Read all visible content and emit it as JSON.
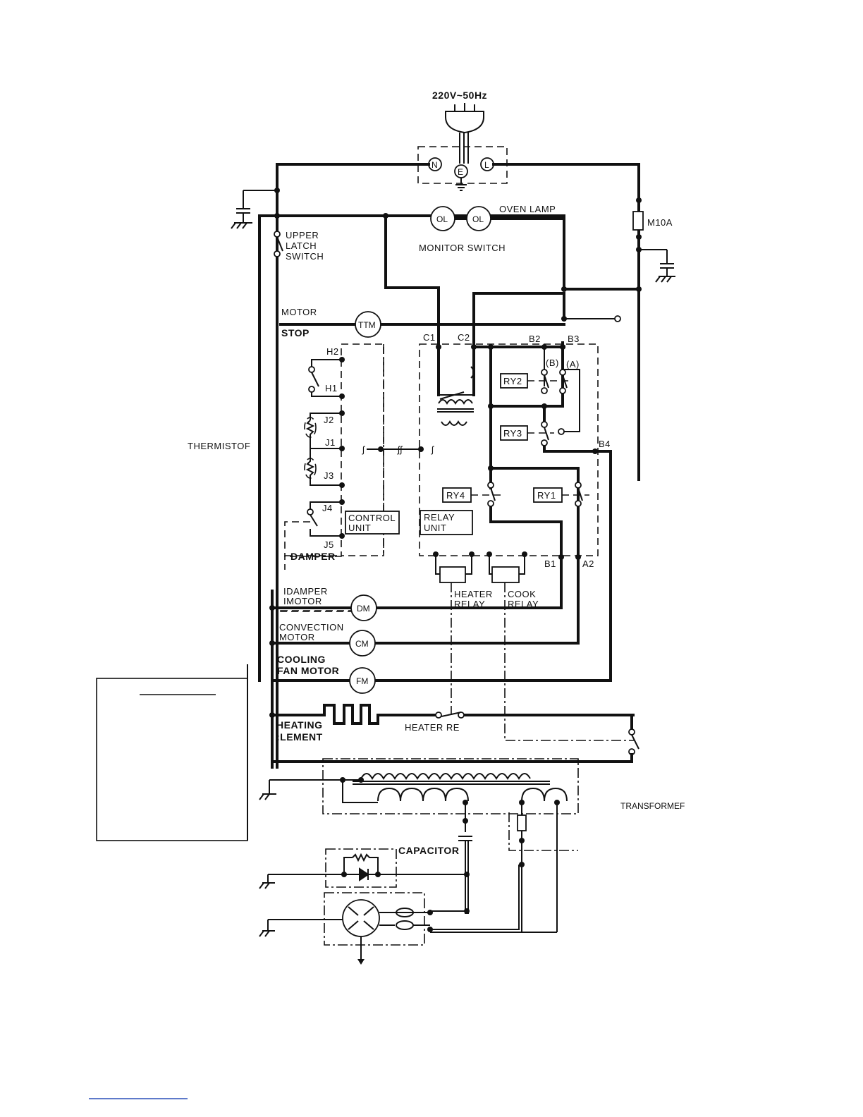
{
  "supply": "220V~50Hz",
  "plug": {
    "n": "N",
    "e": "E",
    "l": "L"
  },
  "fuse_label": "M10A",
  "oven_lamp": {
    "label": "OVEN LAMP",
    "symbol": "OL"
  },
  "monitor_switch": "MONITOR SWITCH",
  "upper_latch_switch": [
    "UPPER",
    "LATCH",
    "SWITCH"
  ],
  "motor_stop": {
    "motor": "MOTOR",
    "stop": "STOP",
    "symbol": "TTM"
  },
  "thermistor": "THERMISTOF",
  "terminals": {
    "h2": "H2",
    "h1": "H1",
    "j2": "J2",
    "j1": "J1",
    "j3": "J3",
    "j4": "J4",
    "j5": "J5",
    "c1": "C1",
    "c2": "C2",
    "b2": "B2",
    "b3": "B3",
    "b4": "B4",
    "b1": "B1",
    "a2": "A2",
    "b_contact": "(B)",
    "a_contact": "(A)"
  },
  "relays": {
    "ry1": "RY1",
    "ry2": "RY2",
    "ry3": "RY3",
    "ry4": "RY4"
  },
  "control_unit": [
    "CONTROL",
    "UNIT"
  ],
  "relay_unit": [
    "RELAY",
    "UNIT"
  ],
  "damper": "DAMPER",
  "heater_relay": [
    "HEATER",
    "RELAY"
  ],
  "cook_relay": [
    "COOK",
    "RELAY"
  ],
  "damper_motor": {
    "lines": [
      "IDAMPER",
      "IMOTOR"
    ],
    "symbol": "DM"
  },
  "convection_motor": {
    "lines": [
      "CONVECTION",
      "MOTOR"
    ],
    "symbol": "CM"
  },
  "cooling_fan_motor": {
    "lines": [
      "COOLING",
      "FAN MOTOR"
    ],
    "symbol": "FM"
  },
  "heating_element": [
    "HEATING",
    ":LEMENT"
  ],
  "heater_re": "HEATER RE",
  "transformer": "TRANSFORMEF",
  "capacitor": "CAPACITOR"
}
